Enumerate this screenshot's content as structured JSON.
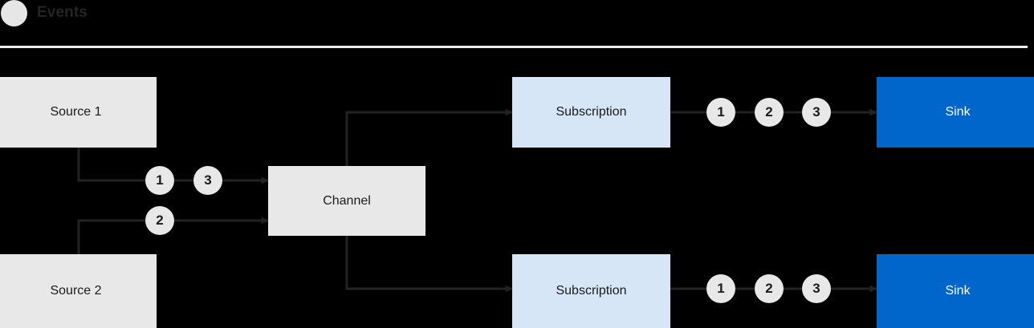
{
  "header": {
    "icon": "circle-icon",
    "title": "Events",
    "divider_color": "#f0efed"
  },
  "colors": {
    "background": "#000000",
    "source_fill": "#e8e8e8",
    "channel_fill": "#e8e8e8",
    "subscription_fill": "#d6e6f6",
    "sink_fill": "#0066cc",
    "sink_text": "#ffffff",
    "token_fill": "#e8e8e8",
    "token_text": "#1b1b1b",
    "connector": "#222222",
    "node_text": "#1b1b1b"
  },
  "diagram": {
    "nodes": {
      "source1": "Source 1",
      "source2": "Source 2",
      "channel": "Channel",
      "subscription1": "Subscription",
      "subscription2": "Subscription",
      "sink1": "Sink",
      "sink2": "Sink"
    },
    "tokens": {
      "source1_to_channel": [
        "1",
        "3"
      ],
      "source2_to_channel": [
        "2"
      ],
      "subscription1_to_sink1": [
        "1",
        "2",
        "3"
      ],
      "subscription2_to_sink2": [
        "1",
        "2",
        "3"
      ]
    }
  }
}
